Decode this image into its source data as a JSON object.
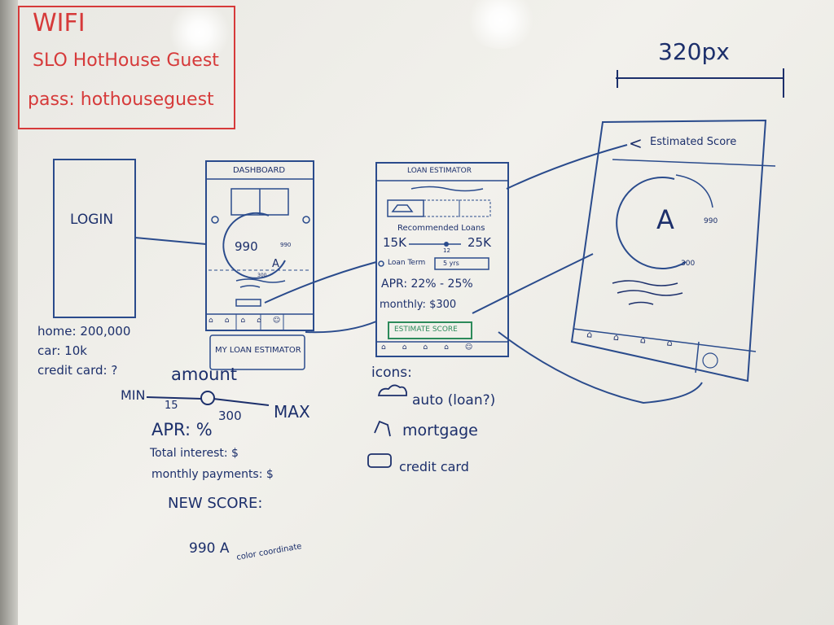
{
  "wifi": {
    "title": "WIFI",
    "network": "SLO HotHouse Guest",
    "password": "pass: hothouseguest"
  },
  "width_note": "320px",
  "login": {
    "label": "LOGIN"
  },
  "inputs": {
    "home": "home: 200,000",
    "car": "car: 10k",
    "credit_card": "credit card: ?"
  },
  "dashboard": {
    "title": "DASHBOARD",
    "score": "990",
    "grade": "A",
    "score_max": "990",
    "score_min": "300",
    "button": "MY LOAN ESTIMATOR"
  },
  "amount": {
    "title": "amount",
    "min": "MIN",
    "max": "MAX",
    "tick_low": "15",
    "tick_high": "300"
  },
  "notes": {
    "apr": "APR: %",
    "total_interest": "Total interest: $",
    "monthly_payments": "monthly payments: $",
    "new_score": "NEW SCORE:",
    "score_note": "990 A",
    "color_note": "color coordinate"
  },
  "loan_estimator": {
    "title": "LOAN ESTIMATOR",
    "recommended": "Recommended Loans",
    "range_low": "15K",
    "range_high": "25K",
    "range_mid": "12",
    "loan_term_label": "Loan Term",
    "loan_term_value": "5 yrs",
    "apr": "APR: 22% - 25%",
    "monthly": "monthly: $300",
    "button": "ESTIMATE SCORE"
  },
  "icons": {
    "title": "icons:",
    "auto": "auto (loan?)",
    "mortgage": "mortgage",
    "credit_card": "credit card"
  },
  "estimated": {
    "back": "<",
    "title": "Estimated Score",
    "grade": "A",
    "max": "990",
    "min": "300"
  }
}
